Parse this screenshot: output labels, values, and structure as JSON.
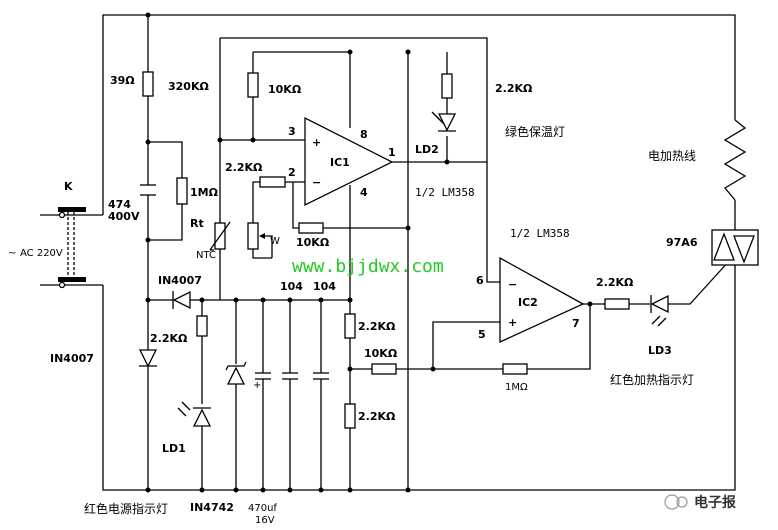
{
  "labels": {
    "r_39": "39Ω",
    "r_320k": "320KΩ",
    "r_10k_top": "10KΩ",
    "r_2k2_top": "2.2KΩ",
    "green_lamp": "绿色保温灯",
    "k": "K",
    "c_474": "474",
    "c_400v": "400V",
    "r_1m_left": "1MΩ",
    "rt": "Rt",
    "ntc": "NTC",
    "w": "W",
    "r_2k2_mid": "2.2KΩ",
    "r_10k_mid": "10KΩ",
    "ac": "AC 220V",
    "in4007_top": "IN4007",
    "in4007_left": "IN4007",
    "c_104a": "104",
    "c_104b": "104",
    "r_2k2_left": "2.2KΩ",
    "ld1": "LD1",
    "in4742": "IN4742",
    "c_470uf": "470uf",
    "c_16v": "16V",
    "red_power": "红色电源指示灯",
    "ic1": "IC1",
    "pin3": "3",
    "pin2": "2",
    "pin8": "8",
    "pin4": "4",
    "pin1": "1",
    "ld2": "LD2",
    "half_lm358_a": "1/2 LM358",
    "half_lm358_b": "1/2 LM358",
    "ic2": "IC2",
    "pin6": "6",
    "pin5": "5",
    "pin7": "7",
    "r_2k2_ic2a": "2.2KΩ",
    "r_10k_ic2": "10KΩ",
    "r_1m_ic2": "1MΩ",
    "r_2k2_ic2b": "2.2KΩ",
    "heater": "电加热线",
    "triac": "97A6",
    "r_2k2_right": "2.2KΩ",
    "ld3": "LD3",
    "red_heat": "红色加热指示灯",
    "watermark": "www.bjjdwx.com",
    "brand": "电子报"
  }
}
